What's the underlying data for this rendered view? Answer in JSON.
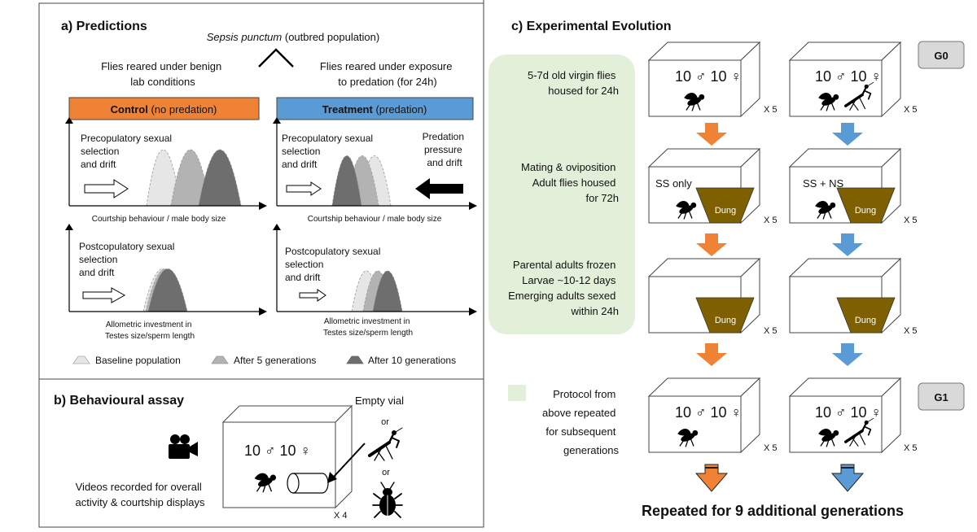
{
  "panel_a": {
    "title": "a) Predictions",
    "source_italic": "Sepsis punctum",
    "source_rest": " (outbred population)",
    "left_condition": [
      "Flies reared under benign",
      "lab conditions"
    ],
    "right_condition": [
      "Flies reared under exposure",
      "to predation (for 24h)"
    ],
    "control_bold": "Control",
    "control_rest": " (no predation)",
    "treatment_bold": "Treatment",
    "treatment_rest": " (predation)",
    "precop_label": [
      "Precopulatory sexual",
      "selection",
      "and drift"
    ],
    "predation_label": [
      "Predation",
      "pressure",
      "and drift"
    ],
    "axis_pre": "Courtship behaviour / male body size",
    "postcop_label": [
      "Postcopulatory sexual",
      "selection",
      "and drift"
    ],
    "axis_post": [
      "Allometric investment in",
      "Testes size/sperm length"
    ],
    "legend": [
      "Baseline population",
      "After 5 generations",
      "After 10 generations"
    ],
    "colors": {
      "control": "#f08235",
      "treatment": "#5b9bd5",
      "baseline": "#e6e6e6",
      "gen5": "#b3b3b3",
      "gen10": "#6e6e6e"
    }
  },
  "panel_b": {
    "title": "b) Behavioural assay",
    "videos": [
      "Videos recorded for overall",
      "activity & courtship displays"
    ],
    "vial_counts": "10 ♂ 10 ♀",
    "replicates": "X 4",
    "empty_vial": "Empty vial",
    "or": "or",
    "icons": [
      "video-camera-icon",
      "fly-icon",
      "mantis-icon",
      "beetle-icon"
    ]
  },
  "panel_c": {
    "title": "c) Experimental Evolution",
    "steps": [
      [
        "5-7d old virgin flies",
        "housed for 24h"
      ],
      [
        "Mating & oviposition",
        "Adult flies housed",
        "for 72h"
      ],
      [
        "Parental adults frozen",
        "Larvae  ~10-12 days",
        "Emerging adults sexed",
        "within 24h"
      ]
    ],
    "protocol_note": [
      "Protocol from",
      "above repeated",
      "for subsequent",
      "generations"
    ],
    "gen_labels": [
      "G0",
      "G1"
    ],
    "counts": "10 ♂ 10 ♀",
    "ss_only": "SS only",
    "ss_ns": "SS + NS",
    "dung": "Dung",
    "replicates": "X 5",
    "footer": "Repeated for 9 additional generations",
    "colors": {
      "step_bg": "#e2f0d9",
      "dung": "#7f6000",
      "arrow_orange": "#f08235",
      "arrow_blue": "#5b9bd5"
    }
  }
}
